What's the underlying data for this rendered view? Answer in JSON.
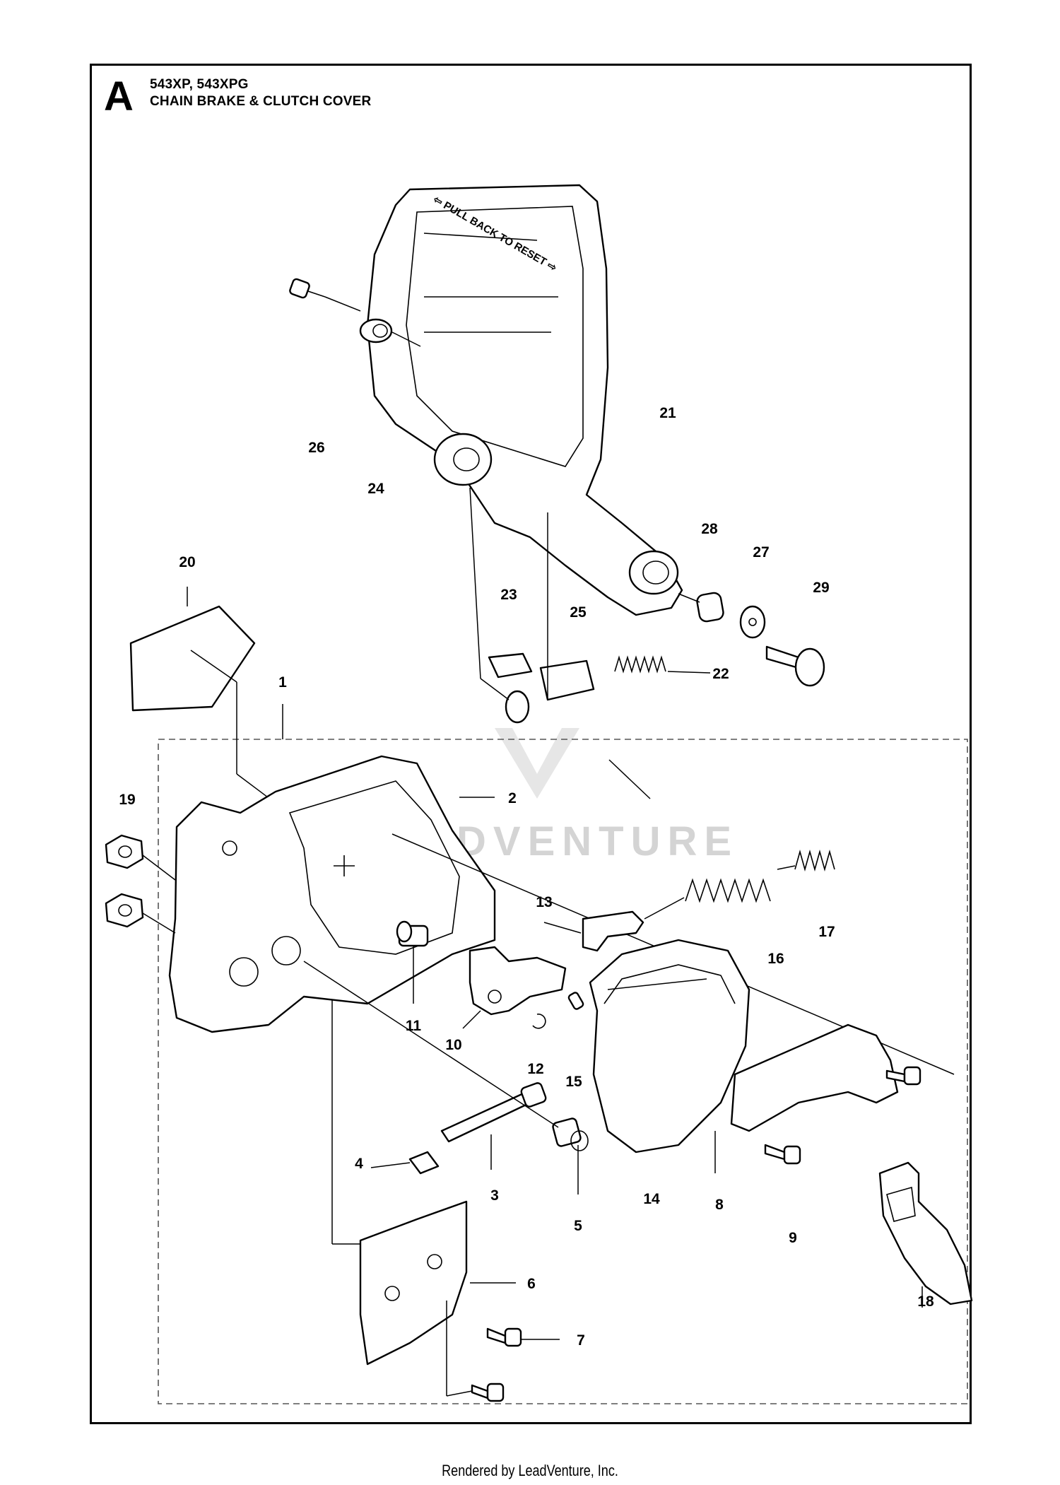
{
  "header": {
    "section_letter": "A",
    "models": "543XP, 543XPG",
    "title": "CHAIN BRAKE & CLUTCH COVER"
  },
  "molded_text": "⇦ PULL BACK TO RESET ⇨",
  "watermark": "LEADVENTURE",
  "callouts": [
    "1",
    "2",
    "3",
    "4",
    "5",
    "6",
    "7",
    "8",
    "9",
    "10",
    "11",
    "12",
    "13",
    "14",
    "15",
    "16",
    "17",
    "18",
    "19",
    "20",
    "21",
    "22",
    "23",
    "24",
    "25",
    "26",
    "27",
    "28",
    "29"
  ],
  "footer": "Rendered by LeadVenture, Inc."
}
